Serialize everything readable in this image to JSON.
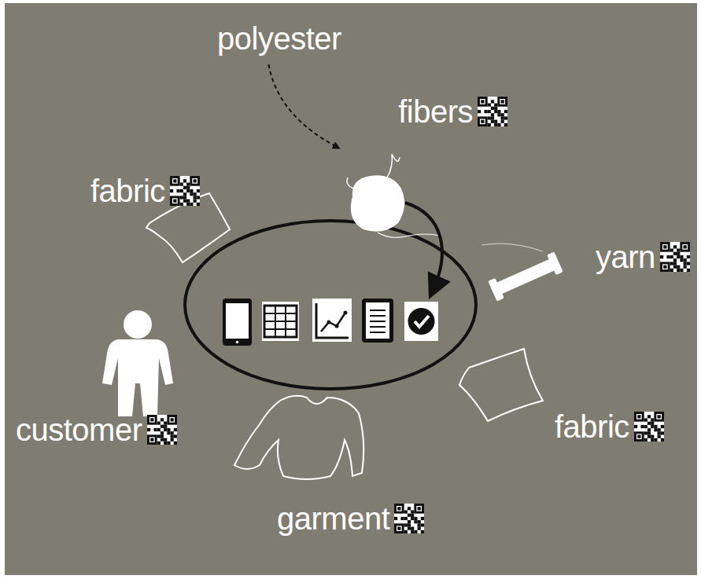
{
  "diagram": {
    "nodes": [
      {
        "text": [
          "polyester"
        ]
      },
      {
        "text": [
          "fibers"
        ]
      },
      {
        "text": [
          "fabric"
        ]
      },
      {
        "text": [
          "yarn"
        ]
      },
      {
        "text": [
          "fabric"
        ]
      },
      {
        "text": [
          "garment"
        ]
      },
      {
        "text": [
          "customer"
        ]
      }
    ],
    "edges": [
      {
        "from": 0,
        "to": 1,
        "arrow": "to"
      }
    ]
  }
}
